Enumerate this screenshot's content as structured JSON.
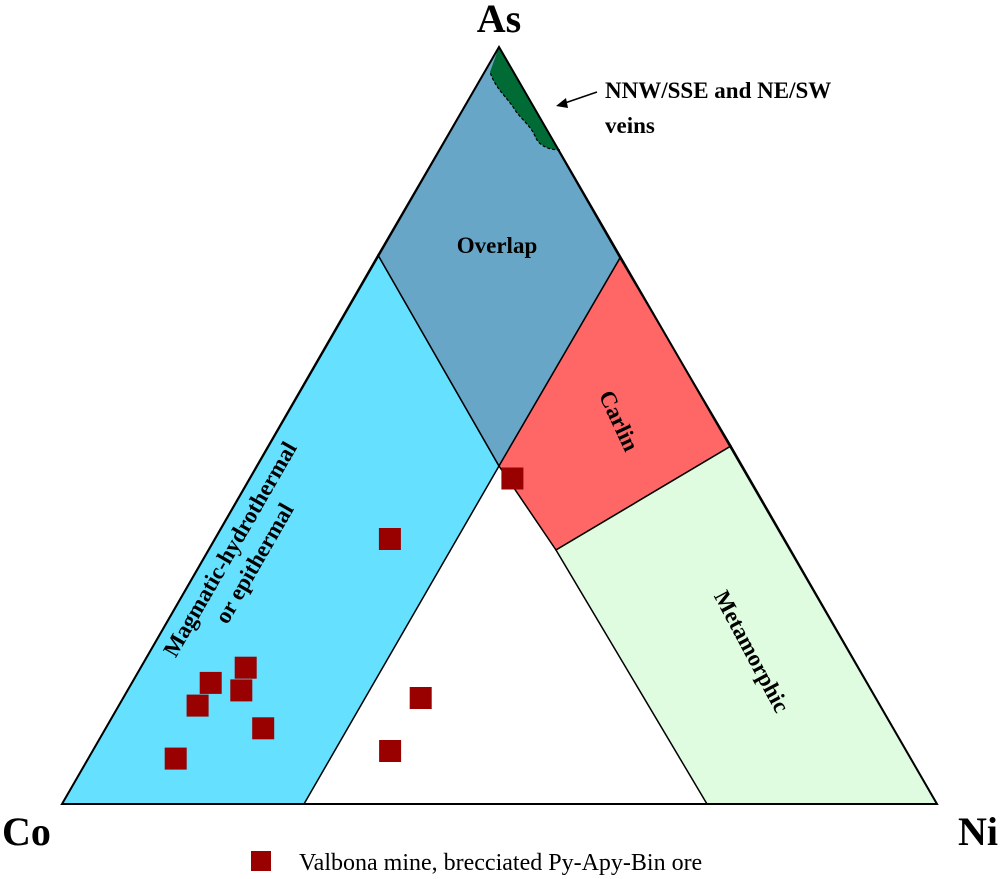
{
  "chart_data": {
    "type": "scatter",
    "plot_kind": "ternary",
    "vertices": {
      "top": "As",
      "left": "Co",
      "right": "Ni"
    },
    "fields": [
      {
        "key": "magmatic",
        "label_lines": [
          "Magmatic-hydrothermal",
          "or epithermal"
        ],
        "color": "#66e0ff"
      },
      {
        "key": "overlap",
        "label_lines": [
          "Overlap"
        ],
        "color": "#68a6c7"
      },
      {
        "key": "carlin",
        "label_lines": [
          "Carlin"
        ],
        "color": "#ff6666"
      },
      {
        "key": "metamorphic",
        "label_lines": [
          "Metamorphic"
        ],
        "color": "#dffbe0"
      },
      {
        "key": "veins",
        "label_lines": [],
        "color": "#006b35"
      }
    ],
    "annotation": {
      "lines": [
        "NNW/SSE and NE/SW",
        "veins"
      ]
    },
    "series": [
      {
        "name": "Valbona mine, brecciated Py-Apy-Bin ore",
        "color": "#990000",
        "marker": "square",
        "points": [
          {
            "As": 0.43,
            "Co": 0.27,
            "Ni": 0.3
          },
          {
            "As": 0.35,
            "Co": 0.45,
            "Ni": 0.2
          },
          {
            "As": 0.18,
            "Co": 0.7,
            "Ni": 0.12
          },
          {
            "As": 0.16,
            "Co": 0.75,
            "Ni": 0.09
          },
          {
            "As": 0.15,
            "Co": 0.72,
            "Ni": 0.13
          },
          {
            "As": 0.13,
            "Co": 0.78,
            "Ni": 0.09
          },
          {
            "As": 0.1,
            "Co": 0.72,
            "Ni": 0.18
          },
          {
            "As": 0.06,
            "Co": 0.84,
            "Ni": 0.1
          },
          {
            "As": 0.14,
            "Co": 0.52,
            "Ni": 0.34
          },
          {
            "As": 0.07,
            "Co": 0.59,
            "Ni": 0.34
          }
        ]
      }
    ]
  }
}
